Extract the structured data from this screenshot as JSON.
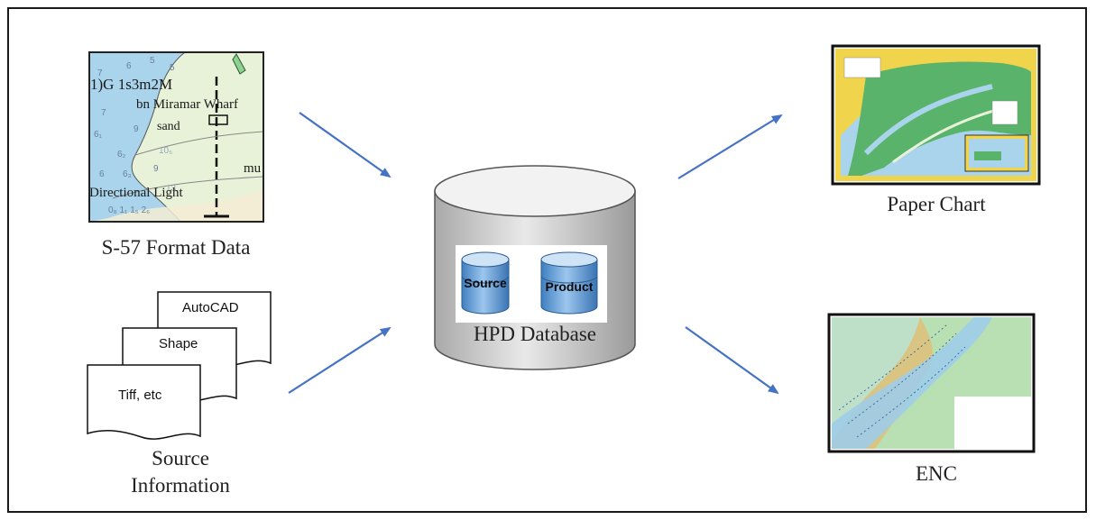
{
  "inputs": {
    "s57": {
      "caption": "S-57 Format Data",
      "map_labels": [
        "1)G 1s3m2M",
        "bn Miramar Wharf",
        "sand",
        "Directional Light",
        "mu"
      ]
    },
    "source": {
      "caption_line1": "Source",
      "caption_line2": "Information",
      "documents": [
        "AutoCAD",
        "Shape",
        "Tiff, etc"
      ]
    }
  },
  "database": {
    "caption": "HPD Database",
    "stores": [
      "Source",
      "Product"
    ]
  },
  "outputs": {
    "paper_chart": {
      "caption": "Paper Chart"
    },
    "enc": {
      "caption": "ENC"
    }
  },
  "colors": {
    "arrow": "#4472c4",
    "cylinder_body": "#d8d8d8",
    "cylinder_top": "#f2f2f2",
    "db_blue": "#6fa8dc",
    "sea": "#a9d4ec",
    "land": "#e8f2d9",
    "chart_land": "#59b36a",
    "chart_yellow": "#f0d44c",
    "enc_land": "#d9c482"
  }
}
